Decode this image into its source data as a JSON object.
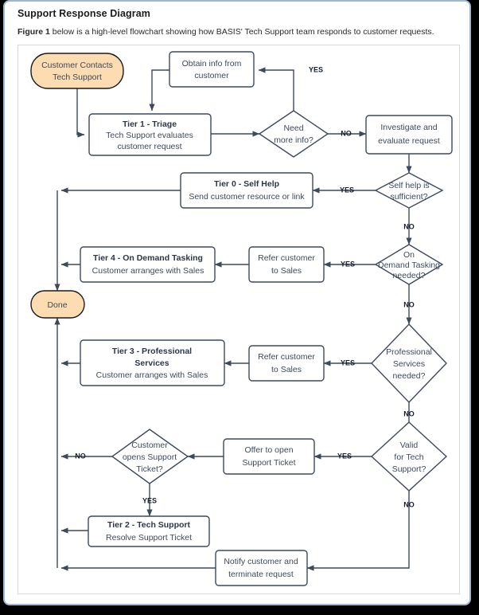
{
  "card": {
    "title": "Support Response Diagram",
    "caption_bold": "Figure 1",
    "caption_rest": " below is a high-level flowchart showing how BASIS' Tech Support team responds to customer requests."
  },
  "colors": {
    "terminal_fill": "#fcdcb0",
    "terminal_stroke": "#1a1a1a",
    "box_fill": "#ffffff",
    "box_stroke": "#3d4a5c",
    "edge": "#3d4a5c",
    "card_border": "#9fb6d6",
    "panel_border": "#d8d8d8"
  },
  "nodes": {
    "start": {
      "line1": "Customer Contacts",
      "line2": "Tech Support"
    },
    "obtain_info": {
      "line1": "Obtain info from",
      "line2": "customer"
    },
    "tier1": {
      "line1": "Tier 1 - Triage",
      "line2": "Tech Support evaluates",
      "line3": "customer request"
    },
    "need_more_info": {
      "line1": "Need",
      "line2": "more info?"
    },
    "investigate": {
      "line1": "Investigate and",
      "line2": "evaluate request"
    },
    "self_help_q": {
      "line1": "Self help is",
      "line2": "sufficient?"
    },
    "tier0": {
      "line1": "Tier 0 - Self Help",
      "line2": "Send customer resource or link"
    },
    "odt_q": {
      "line1": "On",
      "line2": "Demand Tasking",
      "line3": "needed?"
    },
    "refer_sales_1": {
      "line1": "Refer customer",
      "line2": "to Sales"
    },
    "tier4": {
      "line1": "Tier 4 - On Demand Tasking",
      "line2": "Customer arranges with Sales"
    },
    "prof_services_q": {
      "line1": "Professional",
      "line2": "Services",
      "line3": "needed?"
    },
    "refer_sales_2": {
      "line1": "Refer customer",
      "line2": "to Sales"
    },
    "tier3": {
      "line1": "Tier 3 - Professional",
      "line2": "Services",
      "line3": "Customer arranges with Sales"
    },
    "valid_tech_q": {
      "line1": "Valid",
      "line2": "for Tech",
      "line3": "Support?"
    },
    "offer_ticket": {
      "line1": "Offer to open",
      "line2": "Support Ticket"
    },
    "customer_opens_q": {
      "line1": "Customer",
      "line2": "opens Support",
      "line3": "Ticket?"
    },
    "tier2": {
      "line1": "Tier 2 - Tech Support",
      "line2": "Resolve Support Ticket"
    },
    "notify": {
      "line1": "Notify customer and",
      "line2": "terminate request"
    },
    "done": {
      "line1": "Done"
    }
  },
  "edge_labels": {
    "need_more_yes": "YES",
    "need_more_no": "NO",
    "self_help_yes": "YES",
    "self_help_no": "NO",
    "odt_yes": "YES",
    "odt_no": "NO",
    "prof_yes": "YES",
    "prof_no": "NO",
    "valid_yes": "YES",
    "valid_no": "NO",
    "opens_no": "NO",
    "opens_yes": "YES"
  }
}
